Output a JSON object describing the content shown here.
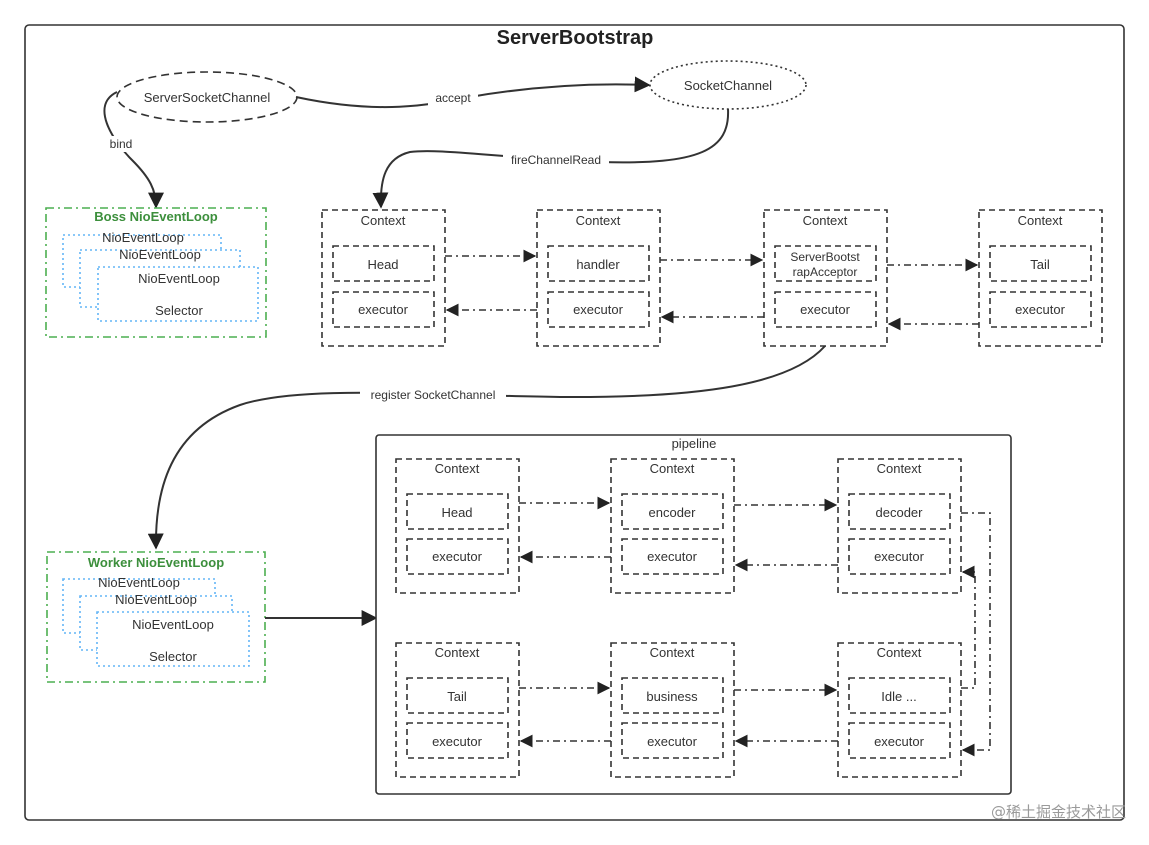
{
  "title": "ServerBootstrap",
  "nodes": {
    "server_socket_channel": "ServerSocketChannel",
    "socket_channel": "SocketChannel"
  },
  "edges": {
    "bind": "bind",
    "accept": "accept",
    "fire_channel_read": "fireChannelRead",
    "register": "register SocketChannel"
  },
  "boss_group": {
    "title": "Boss NioEventLoop",
    "loops": [
      "NioEventLoop",
      "NioEventLoop",
      "NioEventLoop"
    ],
    "selector": "Selector"
  },
  "worker_group": {
    "title": "Worker NioEventLoop",
    "loops": [
      "NioEventLoop",
      "NioEventLoop",
      "NioEventLoop"
    ],
    "selector": "Selector"
  },
  "server_pipeline": [
    {
      "title": "Context",
      "handler": "Head",
      "executor": "executor"
    },
    {
      "title": "Context",
      "handler": "handler",
      "executor": "executor"
    },
    {
      "title": "Context",
      "handler_lines": [
        "ServerBootst",
        "rapAcceptor"
      ],
      "executor": "executor"
    },
    {
      "title": "Context",
      "handler": "Tail",
      "executor": "executor"
    }
  ],
  "pipeline": {
    "label": "pipeline",
    "row1": [
      {
        "title": "Context",
        "handler": "Head",
        "executor": "executor"
      },
      {
        "title": "Context",
        "handler": "encoder",
        "executor": "executor"
      },
      {
        "title": "Context",
        "handler": "decoder",
        "executor": "executor"
      }
    ],
    "row2": [
      {
        "title": "Context",
        "handler": "Tail",
        "executor": "executor"
      },
      {
        "title": "Context",
        "handler": "business",
        "executor": "executor"
      },
      {
        "title": "Context",
        "handler": "Idle ...",
        "executor": "executor"
      }
    ]
  },
  "watermark": "@稀土掘金技术社区"
}
